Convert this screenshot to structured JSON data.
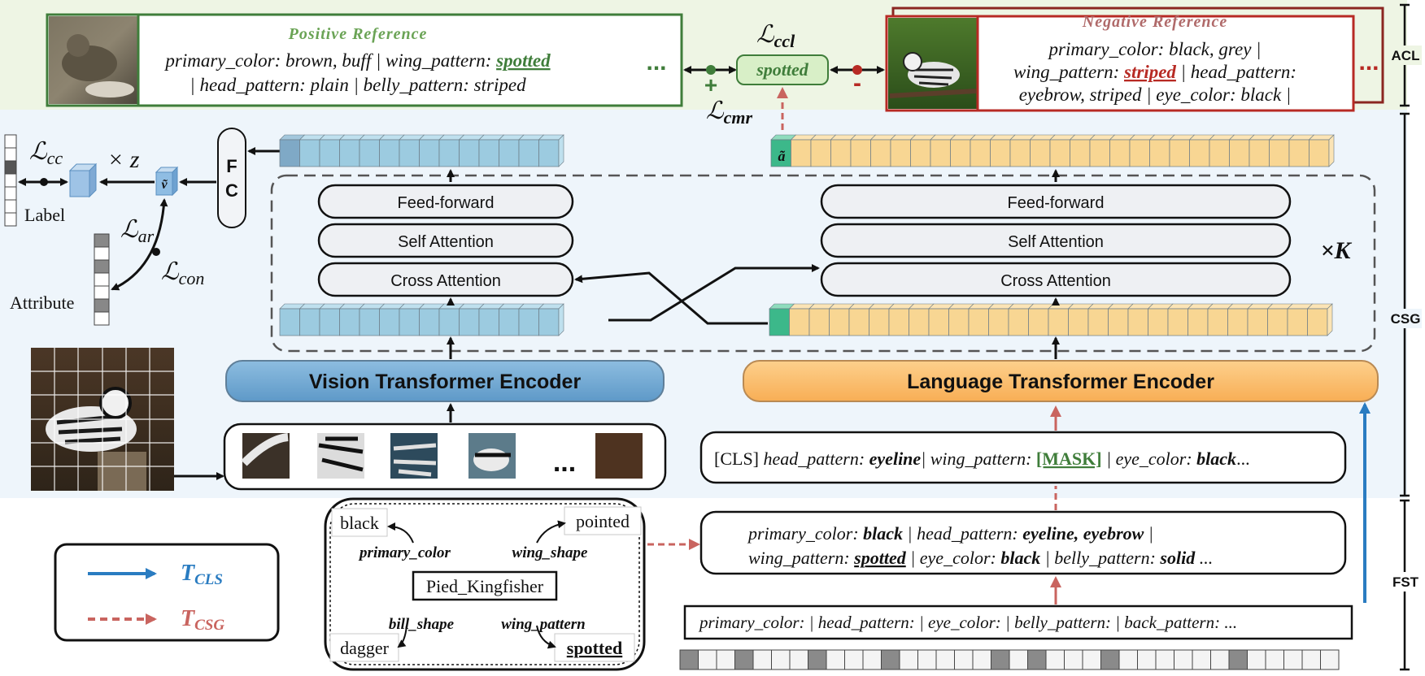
{
  "regions": {
    "acl": "ACL",
    "csg": "CSG",
    "fst": "FST"
  },
  "positive_ref": {
    "title": "Positive Reference",
    "line1_pre": "primary_color: brown, buff | wing_pattern: ",
    "line1_hl": "spotted",
    "line2": "| head_pattern: plain | belly_pattern: striped",
    "dots": "..."
  },
  "negative_ref": {
    "title": "Negative Reference",
    "line1": "primary_color: black, grey |",
    "line2_pre": "wing_pattern: ",
    "line2_hl": "striped",
    "line2_post": " | head_pattern:",
    "line3": "eyebrow, striped | eye_color: black |",
    "dots": "..."
  },
  "center": {
    "spotted_tag": "spotted",
    "plus": "+",
    "minus": "-",
    "loss_ccl": "ℒ",
    "loss_ccl_sub": "ccl",
    "loss_cmr": "ℒ",
    "loss_cmr_sub": "cmr"
  },
  "left_panel": {
    "loss_cc": "ℒ",
    "loss_cc_sub": "cc",
    "times_z": "× z",
    "v_tilde": "ṽ",
    "fc_line1": "F",
    "fc_line2": "C",
    "label": "Label",
    "attribute": "Attribute",
    "loss_ar": "ℒ",
    "loss_ar_sub": "ar",
    "loss_con": "ℒ",
    "loss_con_sub": "con"
  },
  "vision_stack": {
    "feed_forward": "Feed-forward",
    "self_attention": "Self Attention",
    "cross_attention": "Cross Attention"
  },
  "language_stack": {
    "feed_forward": "Feed-forward",
    "self_attention": "Self Attention",
    "cross_attention": "Cross Attention",
    "a_tilde": "ã"
  },
  "times_k": "×K",
  "encoders": {
    "vision": "Vision Transformer Encoder",
    "language": "Language Transformer Encoder"
  },
  "patches": {
    "ellipsis": "..."
  },
  "masked_prompt": {
    "cls": "[CLS] ",
    "a": "head_pattern: ",
    "b": "eyeline",
    "c": "| wing_pattern: ",
    "mask": "[MASK]",
    "d": " | eye_color: ",
    "e": "black",
    "f": "..."
  },
  "full_prompt": {
    "l1a": "primary_color: ",
    "l1b": "black",
    "l1c": " | head_pattern: ",
    "l1d": "eyeline, eyebrow",
    "l1e": " |",
    "l2a": "wing_pattern: ",
    "l2b": "spotted",
    "l2c": " | eye_color: ",
    "l2d": "black",
    "l2e": " | belly_pattern: ",
    "l2f": "solid",
    "l2g": " ..."
  },
  "template_prompt": "primary_color:  | head_pattern:  | eye_color:  | belly_pattern:  | back_pattern: ...",
  "graph": {
    "center": "Pied_Kingfisher",
    "n_black": "black",
    "n_pointed": "pointed",
    "n_dagger": "dagger",
    "n_spotted": "spotted",
    "e_primary": "primary_color",
    "e_wing_shape": "wing_shape",
    "e_bill_shape": "bill_shape",
    "e_wing_pattern": "wing_pattern"
  },
  "legend": {
    "t_cls": "T",
    "t_cls_sub": "CLS",
    "t_csg": "T",
    "t_csg_sub": "CSG"
  },
  "colors": {
    "acl_bg": "#eef5e4",
    "csg_bg": "#eef5fb",
    "vision_blue": "#6fa8d4",
    "language_orange": "#fbbf6e",
    "token_blue": "#9ccbe0",
    "token_yellow": "#f8d693",
    "green": "#3f7d3a",
    "red": "#b72a24",
    "arrow_red": "#c9645f",
    "arrow_blue": "#2a7cc1"
  }
}
